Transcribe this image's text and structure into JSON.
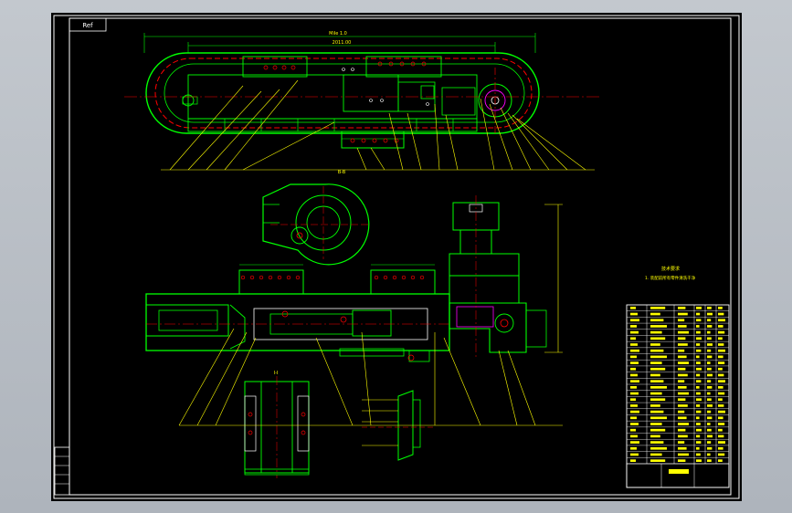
{
  "drawing": {
    "sheet_tag": "Ref",
    "section_top": "B-B",
    "section_left": "I-I",
    "dimension_top": "Mile 1.0",
    "dimension_second": "2011.00",
    "tech_req_title": "技术要求",
    "tech_req_line": "1. 装配前所有零件清洗干净",
    "colors": {
      "background": "#000000",
      "frame": "#ffffff",
      "outline": "#00ff00",
      "leader": "#ffff00",
      "centerline": "#ff0000",
      "hidden": "#ff00ff",
      "detail": "#ffffff"
    },
    "title_block_rows": 26
  }
}
